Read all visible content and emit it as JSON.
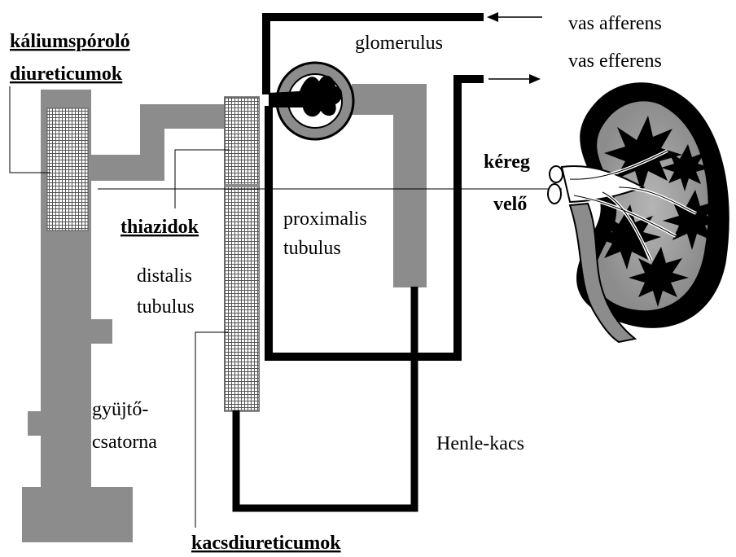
{
  "labels": {
    "vas_afferens": "vas afferens",
    "vas_efferens": "vas efferens",
    "glomerulus": "glomerulus",
    "kaliumsporolo_1": "káliumspóroló",
    "kaliumsporolo_2": "diureticumok",
    "thiazidok": "thiazidok",
    "proximalis_1": "proximalis",
    "proximalis_2": "tubulus",
    "distalis_1": "distalis",
    "distalis_2": "tubulus",
    "gyujto_1": "gyüjtő-",
    "gyujto_2": "csatorna",
    "henle": "Henle-kacs",
    "kacsdiureticumok": "kacsdiureticumok",
    "kereg": "kéreg",
    "velo": "velő"
  },
  "colors": {
    "tubule_gray": "#8c8c8c",
    "vessel_black": "#000000",
    "hatch_fill": "#a9a9a9",
    "background": "#ffffff"
  }
}
